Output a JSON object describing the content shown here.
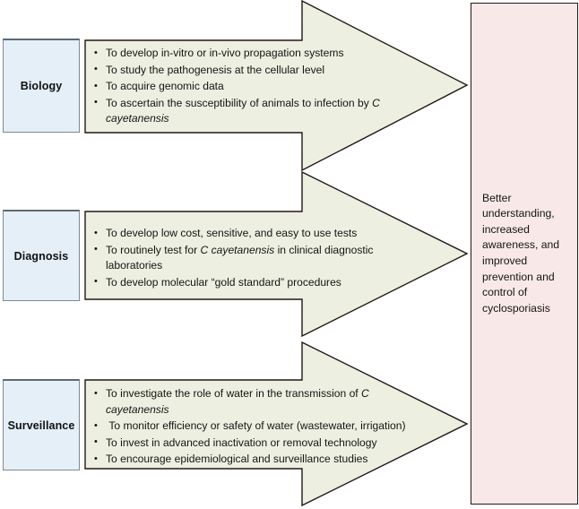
{
  "diagram": {
    "type": "process-flow",
    "title": "",
    "colors": {
      "arrow_fill": "#edefe0",
      "arrow_stroke": "#231815",
      "category_fill": "#e4eff8",
      "category_stroke": "#7f8a93",
      "outcome_fill": "#f8e9e8",
      "outcome_stroke": "#231815",
      "background": "#ffffff",
      "text": "#141414"
    },
    "sections": [
      {
        "id": "biology",
        "label": "Biology",
        "bullets": [
          {
            "pre": "To develop in-vitro or in-vivo propagation systems",
            "italic": "",
            "post": ""
          },
          {
            "pre": "To study the pathogenesis at the cellular level",
            "italic": "",
            "post": ""
          },
          {
            "pre": "To acquire genomic data",
            "italic": "",
            "post": ""
          },
          {
            "pre": "To ascertain the susceptibility of animals to infection by ",
            "italic": "C cayetanensis",
            "post": ""
          }
        ]
      },
      {
        "id": "diagnosis",
        "label": "Diagnosis",
        "bullets": [
          {
            "pre": "To develop low cost, sensitive, and easy to use tests",
            "italic": "",
            "post": ""
          },
          {
            "pre": "To routinely test for ",
            "italic": "C cayetanensis",
            "post": " in clinical diagnostic laboratories"
          },
          {
            "pre": "To develop molecular “gold standard” procedures",
            "italic": "",
            "post": ""
          }
        ]
      },
      {
        "id": "surveillance",
        "label": "Surveillance",
        "bullets": [
          {
            "pre": "To investigate the role of water in the transmission of ",
            "italic": "C cayetanensis",
            "post": ""
          },
          {
            "pre": " To monitor efficiency or safety of water (wastewater, irrigation)",
            "italic": "",
            "post": ""
          },
          {
            "pre": "To invest in advanced inactivation or removal technology",
            "italic": "",
            "post": ""
          },
          {
            "pre": "To encourage epidemiological and surveillance studies",
            "italic": "",
            "post": ""
          }
        ]
      }
    ],
    "outcome": {
      "text": "Better understanding, increased awareness, and improved prevention and control of cyclosporiasis"
    }
  }
}
